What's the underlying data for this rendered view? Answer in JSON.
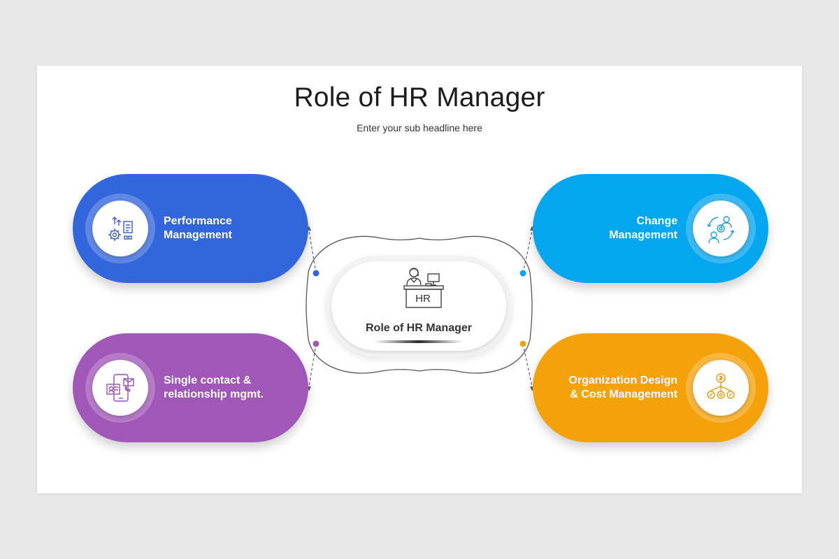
{
  "title": "Role of HR Manager",
  "subtitle": "Enter your sub headline here",
  "center": {
    "label": "Role of HR Manager",
    "icon": "hr-manager-desk-icon",
    "desk_text": "HR"
  },
  "nodes": [
    {
      "id": "performance",
      "line1": "Performance",
      "line2": "Management",
      "color": "#3366dd",
      "icon": "performance-gear-chart-icon",
      "side": "left"
    },
    {
      "id": "change",
      "line1": "Change",
      "line2": "Management",
      "color": "#05a6f0",
      "icon": "change-cycle-people-icon",
      "side": "right"
    },
    {
      "id": "contact",
      "line1": "Single contact &",
      "line2": "relationship mgmt.",
      "color": "#a057b8",
      "icon": "phone-contact-card-icon",
      "side": "left"
    },
    {
      "id": "organization",
      "line1": "Organization Design",
      "line2": "& Cost Management",
      "color": "#f5a20a",
      "icon": "organization-cost-hierarchy-icon",
      "side": "right"
    }
  ],
  "dot_colors": {
    "top_left": "#3366dd",
    "top_right": "#05a6f0",
    "bottom_left": "#a057b8",
    "bottom_right": "#f5a20a"
  }
}
